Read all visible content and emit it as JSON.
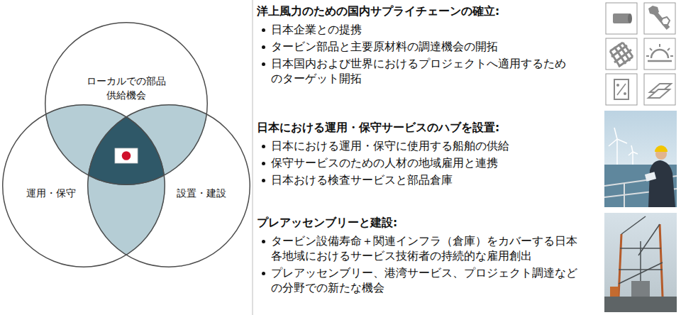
{
  "diagram": {
    "nodes": [
      {
        "text": [
          "ローカルでの部品 供給機会"
        ]
      },
      {
        "text": [
          "運用・保守"
        ]
      },
      {
        "text": [
          "設置・建設"
        ]
      }
    ],
    "labels": [
      "洋上風力のための国内サプライチェーンの確立:",
      "日本企業との提携",
      "タービン部品と主要原材料の調達機会の開拓",
      "日本国内および世界におけるプロジェクトへ適用するため のターゲット開拓",
      "日本における運用・保守サービスのハブを設置:",
      "日本における運用・保守に使用する船舶の供給",
      "保守サービスのための人材の地域雇用と連携",
      "日本おける検査サービスと部品倉庫",
      "プレアッセンブリーと建設:",
      "タービン設備寿命＋関連インフラ（倉庫）をカバーする日本 各地域におけるサービス技術者の持続的な雇用創出",
      "プレアッセンブリー、港湾サービス、プロジェクト調達など の分野での新たな機会"
    ]
  }
}
